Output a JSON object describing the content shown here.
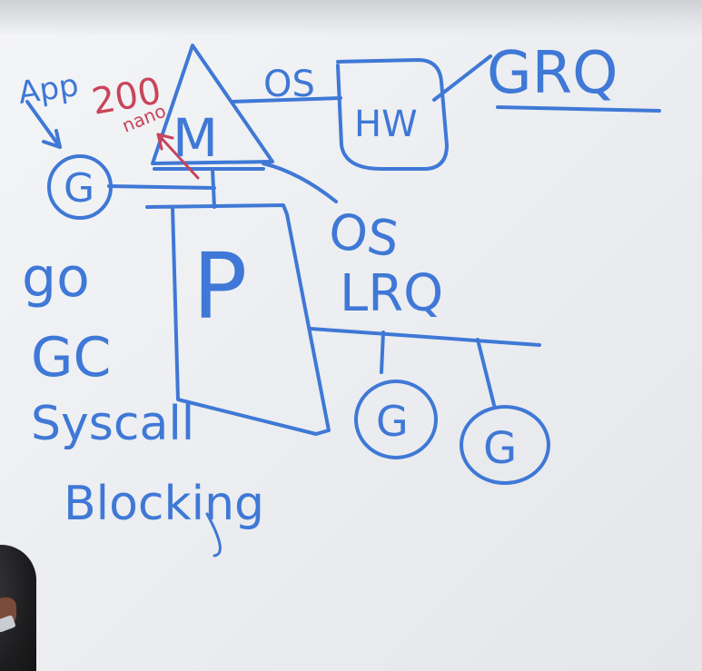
{
  "colors": {
    "ink_blue": "#3f78d6",
    "ink_red": "#c9445a",
    "board": "#eef0f3"
  },
  "whiteboard": {
    "app_label": "App",
    "red_note_number": "200",
    "red_note_unit": "nano",
    "m_label": "M",
    "os_label_top": "OS",
    "hw_label": "HW",
    "grq_label": "GRQ",
    "g_label_left": "G",
    "os_label_right": "OS",
    "p_label": "P",
    "lrq_label": "LRQ",
    "g_label_queue_1": "G",
    "g_label_queue_2": "G",
    "list_items": [
      "go",
      "GC",
      "Syscall",
      "Blocking"
    ]
  }
}
